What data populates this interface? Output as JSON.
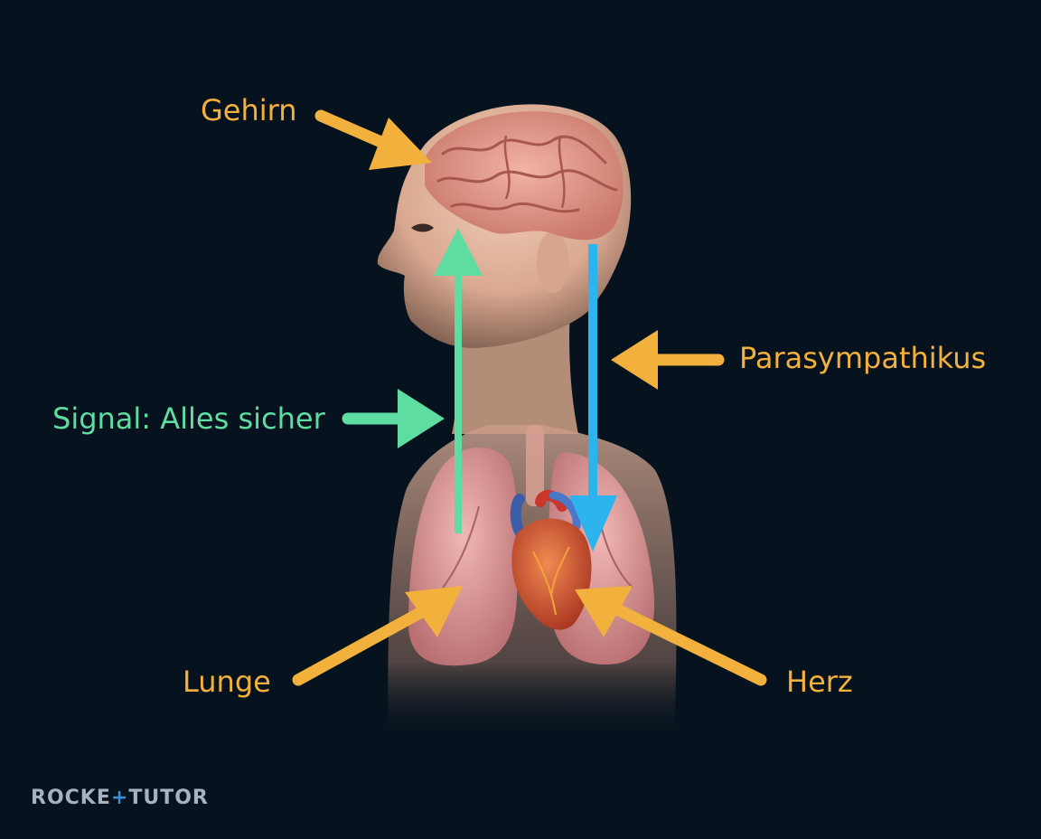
{
  "labels": {
    "brain": "Gehirn",
    "parasympathetic": "Parasympathikus",
    "signal": "Signal: Alles sicher",
    "lung": "Lunge",
    "heart": "Herz"
  },
  "logo": {
    "part1": "ROCKE",
    "part2": "+",
    "part3": "TUTOR"
  },
  "colors": {
    "background": "#06121d",
    "label_orange": "#f2b13c",
    "signal_green": "#5fdca1",
    "parasympathetic_blue": "#2db4ef",
    "skin": "#e9bfa2",
    "brain": "#e59a8a",
    "lung": "#e7a2a2",
    "heart": "#d65a3a",
    "logo_gray": "#a7b2bd"
  },
  "icons": {
    "brain": "brain-icon",
    "heart": "heart-icon",
    "lungs": "lungs-icon"
  }
}
